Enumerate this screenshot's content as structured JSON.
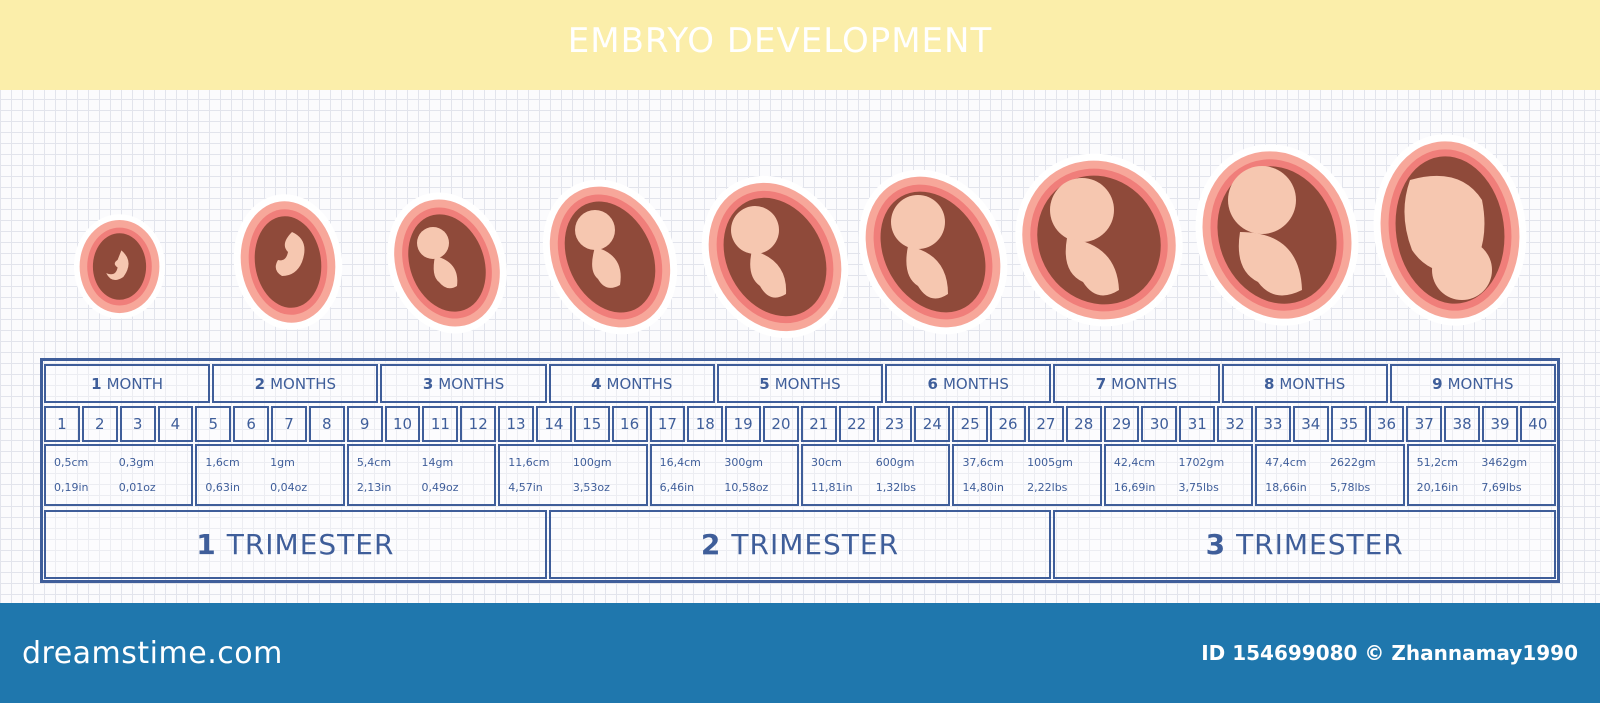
{
  "header": {
    "title": "EMBRYO DEVELOPMENT"
  },
  "months": [
    {
      "num": "1",
      "label": "MONTH"
    },
    {
      "num": "2",
      "label": "MONTHS"
    },
    {
      "num": "3",
      "label": "MONTHS"
    },
    {
      "num": "4",
      "label": "MONTHS"
    },
    {
      "num": "5",
      "label": "MONTHS"
    },
    {
      "num": "6",
      "label": "MONTHS"
    },
    {
      "num": "7",
      "label": "MONTHS"
    },
    {
      "num": "8",
      "label": "MONTHS"
    },
    {
      "num": "9",
      "label": "MONTHS"
    }
  ],
  "weeks": [
    "1",
    "2",
    "3",
    "4",
    "5",
    "6",
    "7",
    "8",
    "9",
    "10",
    "11",
    "12",
    "13",
    "14",
    "15",
    "16",
    "17",
    "18",
    "19",
    "20",
    "21",
    "22",
    "23",
    "24",
    "25",
    "26",
    "27",
    "28",
    "29",
    "30",
    "31",
    "32",
    "33",
    "34",
    "35",
    "36",
    "37",
    "38",
    "39",
    "40"
  ],
  "measures": [
    {
      "length_cm": "0,5cm",
      "weight_g": "0,3gm",
      "length_in": "0,19in",
      "weight_oz": "0,01oz"
    },
    {
      "length_cm": "1,6cm",
      "weight_g": "1gm",
      "length_in": "0,63in",
      "weight_oz": "0,04oz"
    },
    {
      "length_cm": "5,4cm",
      "weight_g": "14gm",
      "length_in": "2,13in",
      "weight_oz": "0,49oz"
    },
    {
      "length_cm": "11,6cm",
      "weight_g": "100gm",
      "length_in": "4,57in",
      "weight_oz": "3,53oz"
    },
    {
      "length_cm": "16,4cm",
      "weight_g": "300gm",
      "length_in": "6,46in",
      "weight_oz": "10,58oz"
    },
    {
      "length_cm": "30cm",
      "weight_g": "600gm",
      "length_in": "11,81in",
      "weight_oz": "1,32lbs"
    },
    {
      "length_cm": "37,6cm",
      "weight_g": "1005gm",
      "length_in": "14,80in",
      "weight_oz": "2,22lbs"
    },
    {
      "length_cm": "42,4cm",
      "weight_g": "1702gm",
      "length_in": "16,69in",
      "weight_oz": "3,75lbs"
    },
    {
      "length_cm": "47,4cm",
      "weight_g": "2622gm",
      "length_in": "18,66in",
      "weight_oz": "5,78lbs"
    },
    {
      "length_cm": "51,2cm",
      "weight_g": "3462gm",
      "length_in": "20,16in",
      "weight_oz": "7,69lbs"
    }
  ],
  "trimesters": [
    {
      "num": "1",
      "label": "TRIMESTER"
    },
    {
      "num": "2",
      "label": "TRIMESTER"
    },
    {
      "num": "3",
      "label": "TRIMESTER"
    }
  ],
  "footer": {
    "brand": "dreamstime.com",
    "credit": "ID 154699080 © Zhannamay1990"
  },
  "colors": {
    "header_bg": "#fbeeaa",
    "table_line": "#3f5e9a",
    "footer_bg": "#1f77ad",
    "womb_outer": "#f7a79a",
    "womb_inner": "#8f4a3a",
    "embryo_skin": "#f6c7b0"
  },
  "embryo_icons": [
    "embryo-month-1-icon",
    "embryo-month-2-icon",
    "embryo-month-3-icon",
    "embryo-month-4-icon",
    "embryo-month-5-icon",
    "embryo-month-6-icon",
    "embryo-month-7-icon",
    "embryo-month-8-icon",
    "embryo-month-9-icon"
  ]
}
